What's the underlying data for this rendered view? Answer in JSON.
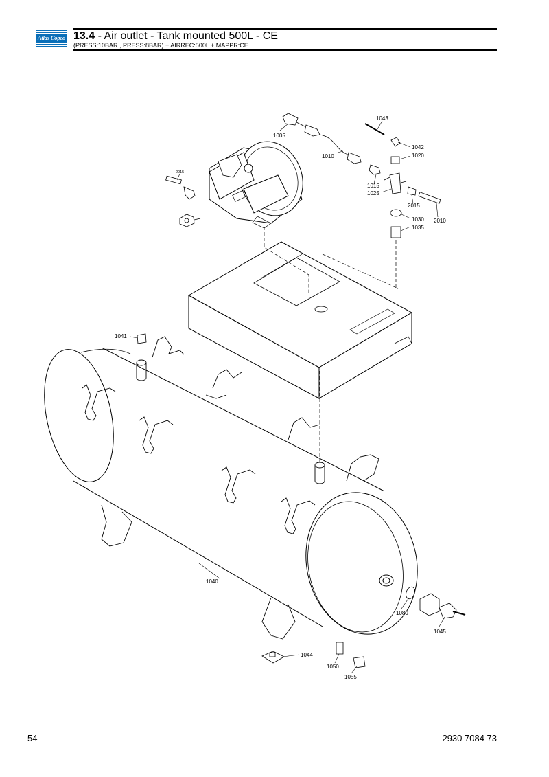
{
  "header": {
    "brand": "Atlas Copco",
    "section_number": "13.4",
    "title_rest": " - Air outlet - Tank mounted 500L - CE",
    "subtitle": "(PRESS:10BAR , PRESS:8BAR) + AIRREC:500L + MAPPR:CE"
  },
  "callouts": {
    "c1005": "1005",
    "c1010": "1010",
    "c1043": "1043",
    "c1042": "1042",
    "c1020": "1020",
    "c1015": "1015",
    "c1025": "1025",
    "c2015a": "2015",
    "c2015b": "2015",
    "c2010": "2010",
    "c1030": "1030",
    "c1035": "1035",
    "c1041": "1041",
    "c1040": "1040",
    "c1080": "1080",
    "c1045": "1045",
    "c1044": "1044",
    "c1050": "1050",
    "c1055": "1055"
  },
  "footer": {
    "page_number": "54",
    "document_number": "2930 7084 73"
  }
}
